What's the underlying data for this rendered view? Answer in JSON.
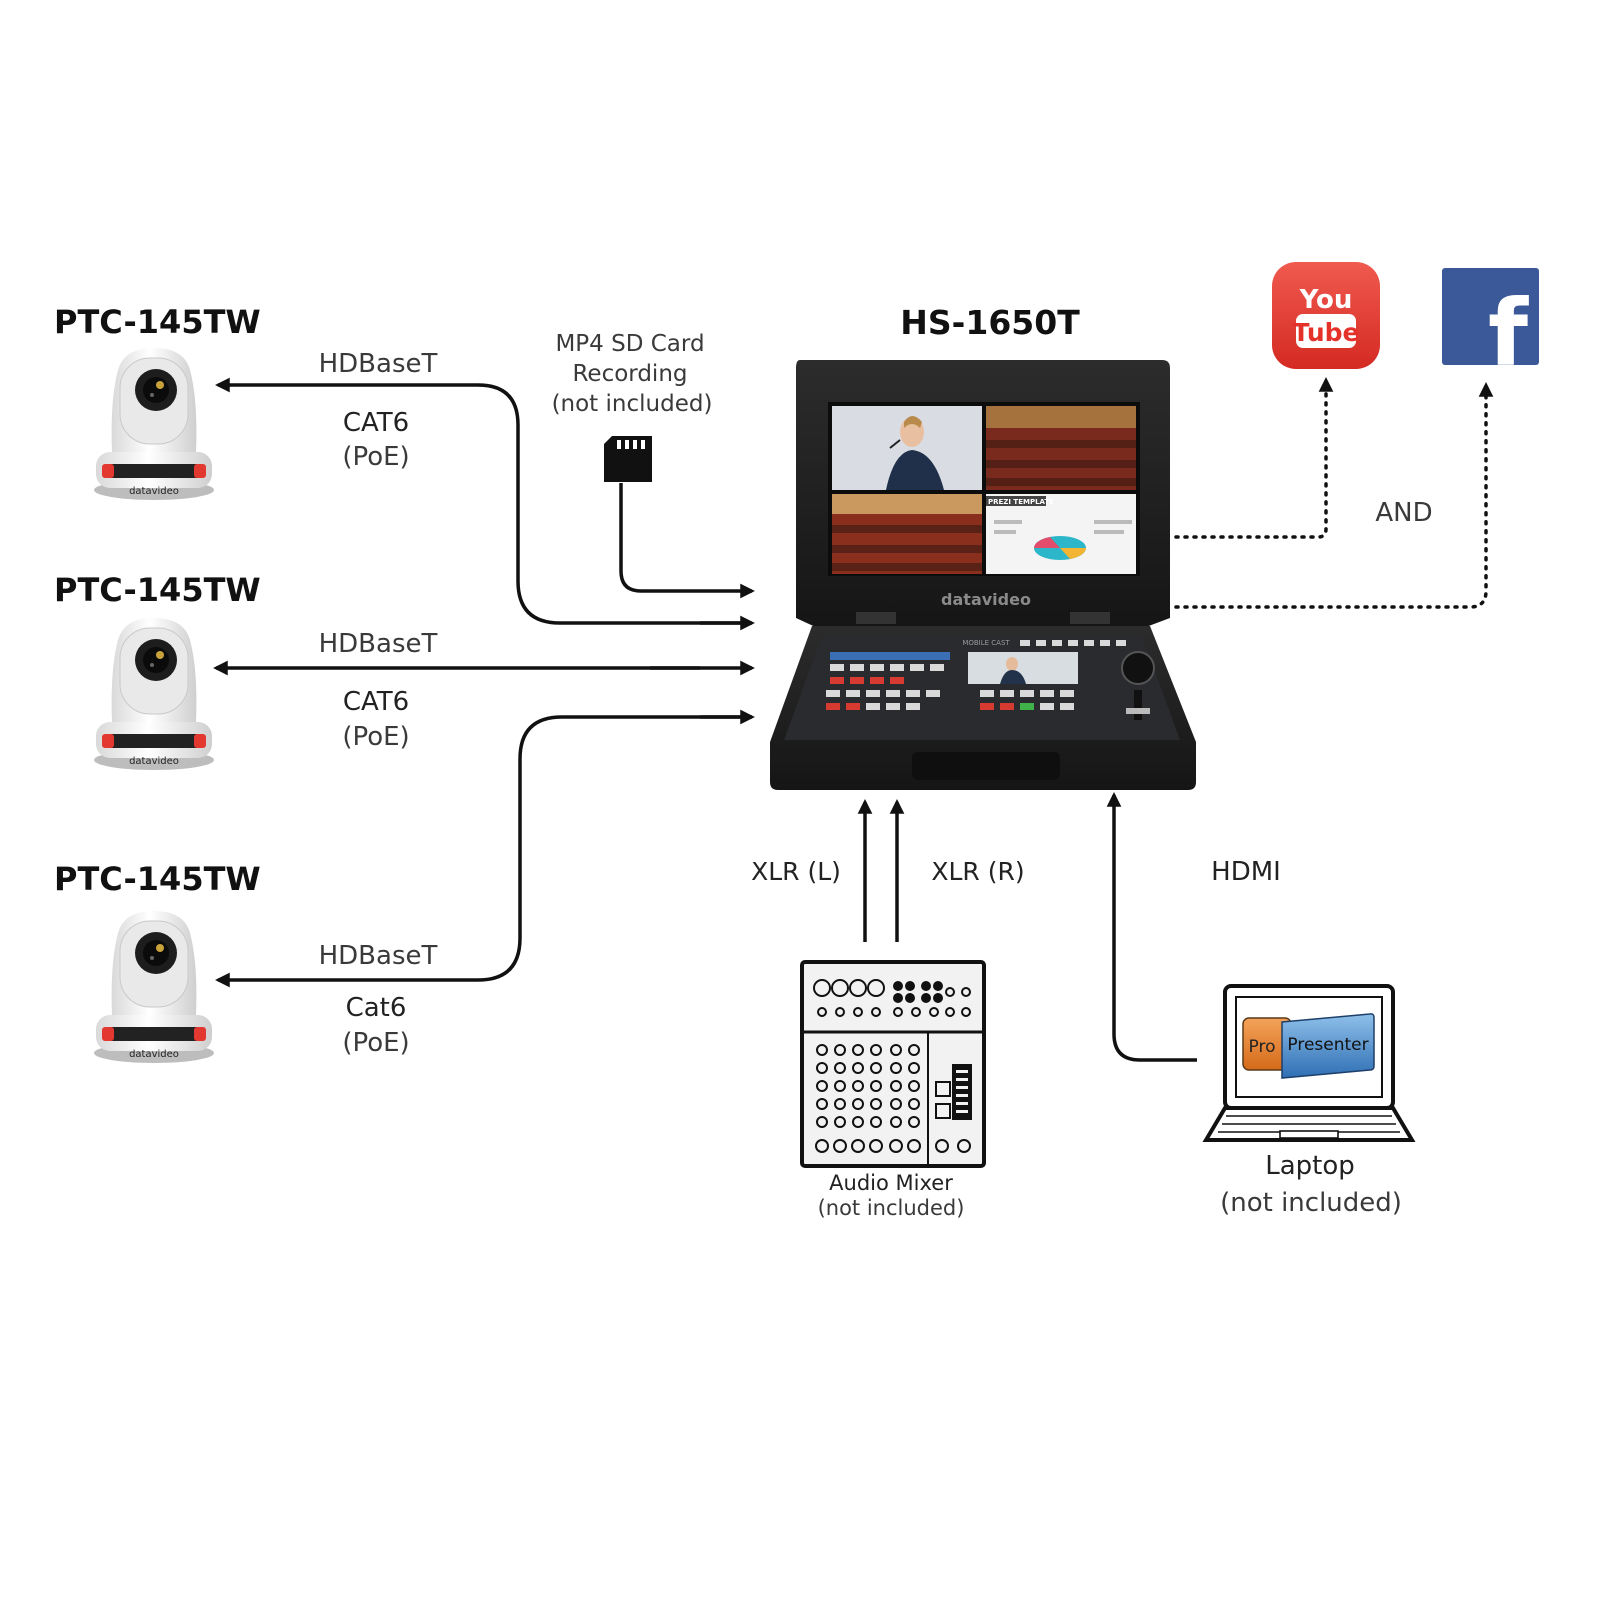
{
  "cameras": [
    {
      "name": "PTC-145TW",
      "cable_type": "HDBaseT",
      "cable": "CAT6",
      "power": "(PoE)",
      "brand": "datavideo"
    },
    {
      "name": "PTC-145TW",
      "cable_type": "HDBaseT",
      "cable": "CAT6",
      "power": "(PoE)",
      "brand": "datavideo"
    },
    {
      "name": "PTC-145TW",
      "cable_type": "HDBaseT",
      "cable": "Cat6",
      "power": "(PoE)",
      "brand": "datavideo"
    }
  ],
  "sd_card": {
    "line1": "MP4 SD Card",
    "line2": "Recording",
    "line3": "(not included)"
  },
  "switcher": {
    "name": "HS-1650T",
    "brand": "datavideo",
    "panel_label": "MOBILE CAST",
    "screen_text": "PREZI TEMPLATE"
  },
  "streaming": {
    "youtube": {
      "line1": "You",
      "line2": "Tube",
      "color": "#e4322b"
    },
    "facebook": {
      "glyph": "f",
      "color": "#3b5998"
    },
    "connector": "AND"
  },
  "audio": {
    "left": "XLR (L)",
    "right": "XLR (R)",
    "device": "Audio Mixer",
    "note": "(not included)"
  },
  "laptop": {
    "connection": "HDMI",
    "device": "Laptop",
    "note": "(not included)",
    "app_pro": "Pro",
    "app_presenter": "Presenter"
  }
}
